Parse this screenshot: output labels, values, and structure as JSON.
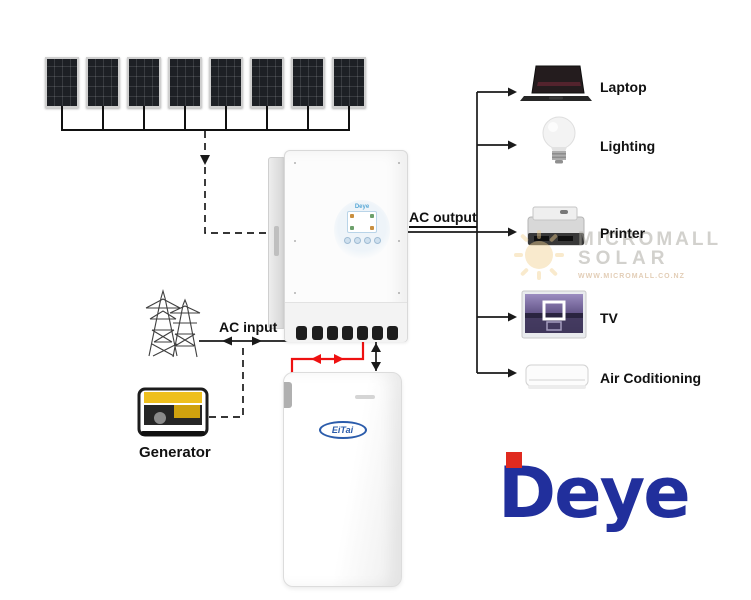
{
  "colors": {
    "wire": "#1a1a1a",
    "battery_wire_red": "#ee1111",
    "deye_navy": "#212f9c",
    "deye_red": "#e02a1f",
    "eitai_blue": "#2b5cab",
    "generator_yellow": "#eebf1e"
  },
  "solar_array": {
    "panel_count": 8
  },
  "connections": {
    "ac_output_label": "AC output",
    "ac_input_label": "AC input"
  },
  "generator": {
    "label": "Generator"
  },
  "inverter": {
    "brand": "Deye"
  },
  "battery": {
    "brand": "EiTai"
  },
  "ac_loads": [
    {
      "id": "laptop",
      "label": "Laptop"
    },
    {
      "id": "lighting",
      "label": "Lighting"
    },
    {
      "id": "printer",
      "label": "Printer"
    },
    {
      "id": "tv",
      "label": "TV"
    },
    {
      "id": "air-conditioning",
      "label": "Air Coditioning"
    }
  ],
  "watermark": {
    "line1": "MICROMALL",
    "line2": "SOLAR",
    "line3": "WWW.MICROMALL.CO.NZ"
  },
  "brand_logo": {
    "text": "Deye"
  }
}
